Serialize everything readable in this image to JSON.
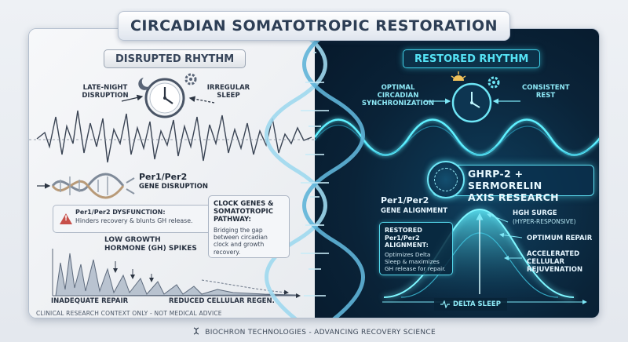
{
  "title": "CIRCADIAN SOMATOTROPIC RESTORATION",
  "left": {
    "header": "DISRUPTED RHYTHM",
    "late_night": "LATE-NIGHT\nDISRUPTION",
    "irregular": "IRREGULAR\nSLEEP",
    "gene_label": "Per1/Per2",
    "gene_sub": "GENE DISRUPTION",
    "alert_title": "Per1/Per2 DYSFUNCTION:",
    "alert_text": "Hinders recovery & blunts GH release.",
    "low_gh": "LOW GROWTH\nHORMONE (GH) SPIKES",
    "inadequate": "INADEQUATE REPAIR",
    "reduced": "REDUCED CELLULAR REGEN.",
    "footer_note": "CLINICAL RESEARCH CONTEXT ONLY - NOT MEDICAL ADVICE"
  },
  "bridge": {
    "title": "CLOCK GENES & SOMATOTROPIC PATHWAY:",
    "text": "Bridging the gap between circadian clock and growth recovery."
  },
  "right": {
    "header": "RESTORED RHYTHM",
    "optimal": "OPTIMAL CIRCADIAN\nSYNCHRONIZATION",
    "consistent": "CONSISTENT\nREST",
    "badge_line1": "GHRP-2 + SERMORELIN",
    "badge_line2": "AXIS RESEARCH",
    "gene_label": "Per1/Per2",
    "gene_sub": "GENE ALIGNMENT",
    "aligned_title": "RESTORED Per1/Per2 ALIGNMENT:",
    "aligned_text": "Optimizes Delta Sleep & maximizes GH release for repair.",
    "hgh_surge": "HGH SURGE",
    "hyper": "(HYPER-RESPONSIVE)",
    "optimum": "OPTIMUM REPAIR",
    "accelerated": "ACCELERATED\nCELLULAR\nREJUVENATION",
    "delta": "DELTA SLEEP"
  },
  "footer": "BIOCHRON TECHNOLOGIES - ADVANCING RECOVERY SCIENCE",
  "colors": {
    "left_bg": "#eef1f5",
    "right_bg": "#0a2338",
    "accent_cyan": "#55e3f5",
    "warn_red": "#c7504a"
  }
}
